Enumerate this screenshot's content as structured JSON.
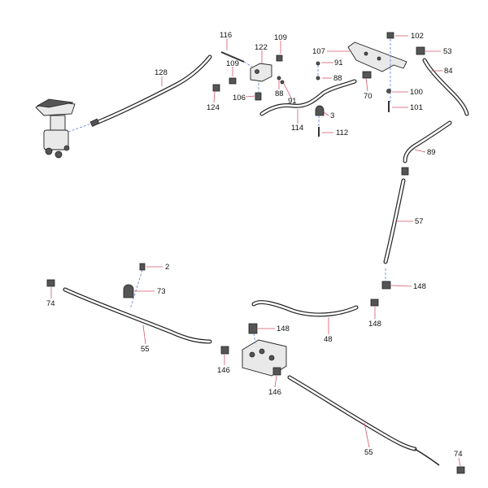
{
  "callouts": {
    "c128": "128",
    "c116": "116",
    "c122": "122",
    "c109a": "109",
    "c109b": "109",
    "c124": "124",
    "c106": "106",
    "c88a": "88",
    "c91a": "91",
    "c114": "114",
    "c3": "3",
    "c112": "112",
    "c107": "107",
    "c91b": "91",
    "c88b": "88",
    "c70": "70",
    "c102": "102",
    "c53": "53",
    "c84": "84",
    "c100": "100",
    "c101": "101",
    "c89": "89",
    "c57": "57",
    "c148a": "148",
    "c148b": "148",
    "c148c": "148",
    "c48": "48",
    "c2": "2",
    "c73": "73",
    "c74a": "74",
    "c55a": "55",
    "c146a": "146",
    "c146b": "146",
    "c55b": "55",
    "c74b": "74"
  }
}
